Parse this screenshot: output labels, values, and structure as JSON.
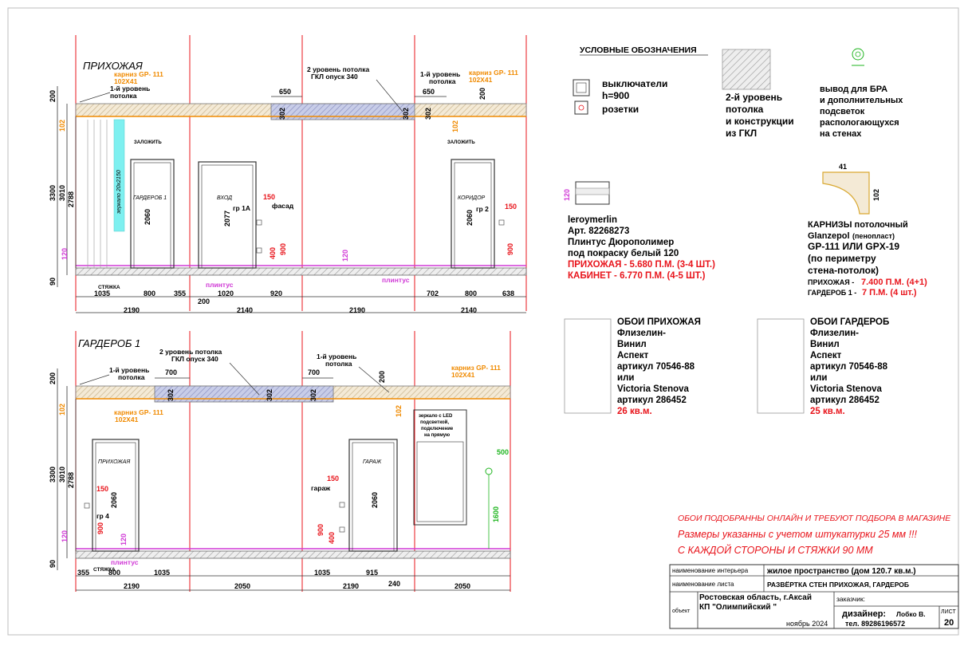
{
  "sections": {
    "hall_title": "ПРИХОЖАЯ",
    "ward_title": "ГАРДЕРОБ 1"
  },
  "hall": {
    "cornice_l1": "карниз GP- 111",
    "cornice_l2": "102Х41",
    "level1_l1": "1-й уровень",
    "level1_l2": "потолка",
    "level2_l1": "2 уровень потолка",
    "level2_l2": "ГКЛ опуск 340",
    "cornice_r1": "карниз GP- 111",
    "cornice_r2": "102Х41",
    "level1r_l1": "1-й уровень",
    "level1r_l2": "потолка",
    "d200a": "200",
    "d200b": "200",
    "d102a": "102",
    "d102b": "102",
    "d650a": "650",
    "d650b": "650",
    "d302a": "302",
    "d302b": "302",
    "d302c": "302",
    "d3300": "3300",
    "d3010": "3010",
    "d2788": "2788",
    "d120a": "120",
    "d90": "90",
    "mirror": "зеркало 20х2150",
    "zalozhit1": "ЗАЛОЖИТЬ",
    "zalozhit2": "ЗАЛОЖИТЬ",
    "door1": "ГАРДЕРОБ 1",
    "door2": "ВХОД",
    "door3": "КОРИДОР",
    "h2060a": "2060",
    "h2077": "2077",
    "h2060b": "2060",
    "gr1a": "гр 1А",
    "gr2": "гр 2",
    "d150a": "150",
    "d150b": "150",
    "fasad": "фасад",
    "d400": "400",
    "d900a": "900",
    "d900b": "900",
    "d120b": "120",
    "plintus1": "плинтус",
    "plintus2": "плинтус",
    "styazhka": "СТЯЖКА",
    "bottom1": [
      "1035",
      "800",
      "355",
      "1020",
      "920",
      "702",
      "800",
      "638"
    ],
    "d200c": "200",
    "bottom2": [
      "2190",
      "2140",
      "2190",
      "2140"
    ]
  },
  "ward": {
    "level2_l1": "2 уровень потолка",
    "level2_l2": "ГКЛ опуск 340",
    "level1_l1": "1-й уровень",
    "level1_l2": "потолка",
    "level1b_l1": "1-й уровень",
    "level1b_l2": "потолка",
    "cornice_r1": "карниз GP- 111",
    "cornice_r2": "102Х41",
    "cornice_l1": "карниз GP- 111",
    "cornice_l2": "102Х41",
    "d700a": "700",
    "d700b": "700",
    "d302a": "302",
    "d302b": "302",
    "d302c": "302",
    "d200a": "200",
    "d200b": "200",
    "d102a": "102",
    "d102b": "102",
    "d3300": "3300",
    "d3010": "3010",
    "d2788": "2788",
    "d120a": "120",
    "d120b": "120",
    "d90": "90",
    "door1": "ПРИХОЖАЯ",
    "door2": "ГАРАЖ",
    "h2060a": "2060",
    "h2060b": "2060",
    "gr4": "гр 4",
    "garazh": "гараж",
    "d150a": "150",
    "d150b": "150",
    "d900a": "900",
    "d900b": "900",
    "d400": "400",
    "mirror_l1": "зеркало с LED",
    "mirror_l2": "подсветкой,",
    "mirror_l3": "подключение",
    "mirror_l4": "на прямую",
    "d500": "500",
    "d1600": "1600",
    "styazhka": "СТЯЖКА",
    "plintus": "плинтус",
    "bottom1": [
      "355",
      "800",
      "1035",
      "1035",
      "915",
      "240"
    ],
    "bottom2": [
      "2190",
      "2050",
      "2190",
      "2050"
    ]
  },
  "legend": {
    "title": "УСЛОВНЫЕ ОБОЗНАЧЕНИЯ",
    "switches_l1": "выключатели",
    "switches_l2": "h=900",
    "sockets": "розетки",
    "gkl_l1": "2-й уровень",
    "gkl_l2": "потолка",
    "gkl_l3": "и конструкции",
    "gkl_l4": "из ГКЛ",
    "bra_l1": "вывод для БРА",
    "bra_l2": "и дополнительных",
    "bra_l3": "подсветок",
    "bra_l4": "распологающухся",
    "bra_l5": "на стенах"
  },
  "plinth": {
    "dim": "120",
    "l1": "leroymerlin",
    "l2": "Арт. 82268273",
    "l3": "Плинтус  Дюрополимер",
    "l4": "под покраску белый 120",
    "l5": "ПРИХОЖАЯ - 5.680 П.М. (3-4 ШТ.)",
    "l6": "КАБИНЕТ - 6.770 П.М. (4-5 ШТ.)"
  },
  "cornice": {
    "d41": "41",
    "d102": "102",
    "l1": "КАРНИЗЫ потолочный",
    "l2a": "Glanzepol",
    "l2b": "(пенопласт)",
    "l3": "GP-111 ИЛИ GPX-19",
    "l4": "(по периметру",
    "l5": "стена-потолок)",
    "l6a": "ПРИХОЖАЯ - ",
    "l6b": "7.400 П.М. (4+1)",
    "l7a": "ГАРДЕРОБ 1 - ",
    "l7b": "7 П.М. (4 шт.)"
  },
  "wallpaper_hall": {
    "l1": "ОБОИ ПРИХОЖАЯ",
    "l2": "Флизелин-",
    "l3": "Винил",
    "l4": "Аспект",
    "l5": "артикул 70546-88",
    "l6": "или",
    "l7": "Victoria Stenova",
    "l8": "артикул 286452",
    "l9": "26 кв.м."
  },
  "wallpaper_ward": {
    "l1": "ОБОИ ГАРДЕРОБ",
    "l2": "Флизелин-",
    "l3": "Винил",
    "l4": "Аспект",
    "l5": "артикул 70546-88",
    "l6": "или",
    "l7": "Victoria Stenova",
    "l8": "артикул 286452",
    "l9": "25 кв.м."
  },
  "notes": {
    "n1": "ОБОИ ПОДОБРАННЫ ОНЛАЙН И ТРЕБУЮТ ПОДБОРА В МАГАЗИНЕ",
    "n2": "Размеры указанны  с учетом штукатурки 25 мм !!!",
    "n3": "С КАЖДОЙ СТОРОНЫ  И СТЯЖКИ 90 ММ"
  },
  "stamp": {
    "label_interior": "наименование интерьера",
    "interior": "жилое пространство (дом 120.7 кв.м.)",
    "label_sheet": "наименование листа",
    "sheet": "РАЗВЁРТКА СТЕН ПРИХОЖАЯ, ГАРДЕРОБ",
    "label_object": "объект",
    "object_l1": "Ростовская область, г.Аксай",
    "object_l2": "КП \"Олимпийский \"",
    "label_customer": "заказчик:",
    "date": "ноябрь 2024",
    "designer": "дизайнер:",
    "designer_name": "Лобко В.",
    "phone": "тел. 89286196572",
    "label_list": "ЛИСТ",
    "list_no": "20"
  },
  "colors": {
    "red": "#e8141b",
    "orange": "#f08a00",
    "magenta": "#d03ad6",
    "cyan": "#7ef0f0",
    "green": "#1fb51f",
    "hatch": "#d9c8a8"
  }
}
